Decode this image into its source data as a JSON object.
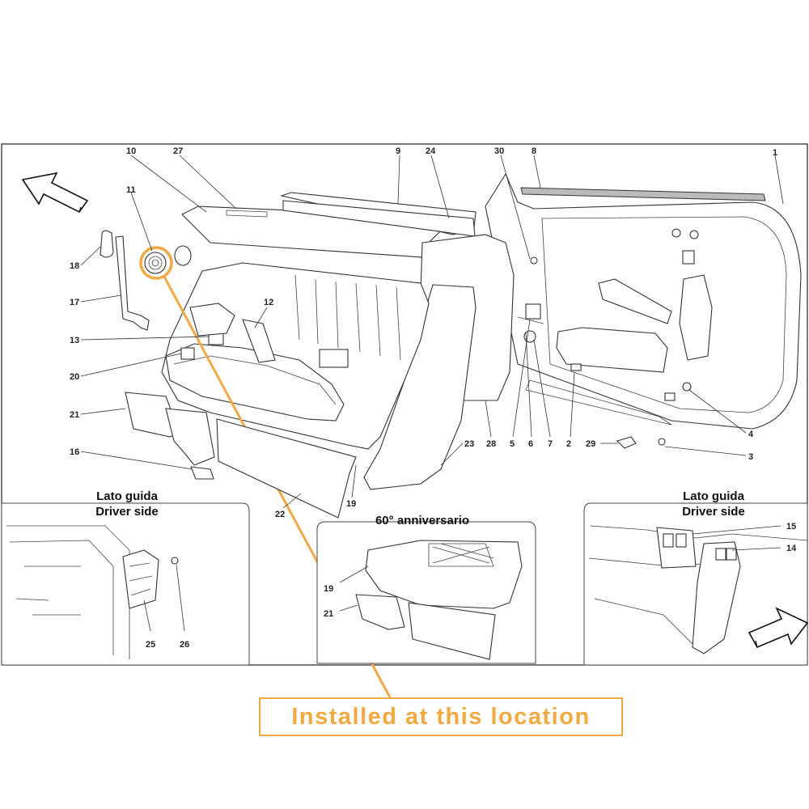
{
  "callout": {
    "text": "Installed at this location",
    "color": "#f2a941"
  },
  "insets": {
    "left": {
      "title_it": "Lato guida",
      "title_en": "Driver side"
    },
    "center": {
      "title": "60° anniversario"
    },
    "right": {
      "title_it": "Lato guida",
      "title_en": "Driver side"
    }
  },
  "parts": {
    "p1": "1",
    "p2": "2",
    "p3": "3",
    "p4": "4",
    "p5": "5",
    "p6": "6",
    "p7": "7",
    "p8": "8",
    "p9": "9",
    "p10": "10",
    "p11": "11",
    "p12": "12",
    "p13": "13",
    "p14": "14",
    "p15": "15",
    "p16": "16",
    "p17": "17",
    "p18": "18",
    "p19": "19",
    "p20": "20",
    "p21": "21",
    "p22": "22",
    "p23": "23",
    "p24": "24",
    "p25": "25",
    "p26": "26",
    "p27": "27",
    "p28": "28",
    "p29": "29",
    "p30": "30"
  },
  "icons": {
    "arrow_top_left": "direction-arrow-icon",
    "arrow_bottom_right": "direction-arrow-icon",
    "highlight": "highlight-circle-icon"
  }
}
